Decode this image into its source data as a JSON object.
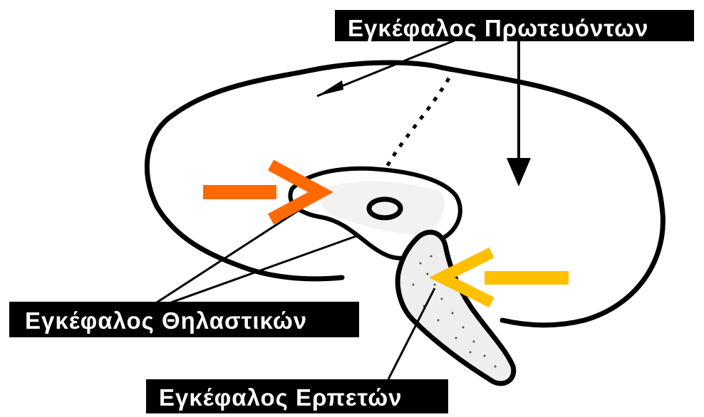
{
  "labels": {
    "primates": "Εγκέφαλος Πρωτευόντων",
    "mammals": "Εγκέφαλος Θηλαστικών",
    "reptiles": "Εγκέφαλος Ερπετών"
  },
  "colors": {
    "line": "#000000",
    "background": "#ffffff",
    "orange_arrow": "#ff6a00",
    "yellow_arrow": "#ffc000",
    "label_bg": "#000000",
    "label_text": "#ffffff"
  }
}
